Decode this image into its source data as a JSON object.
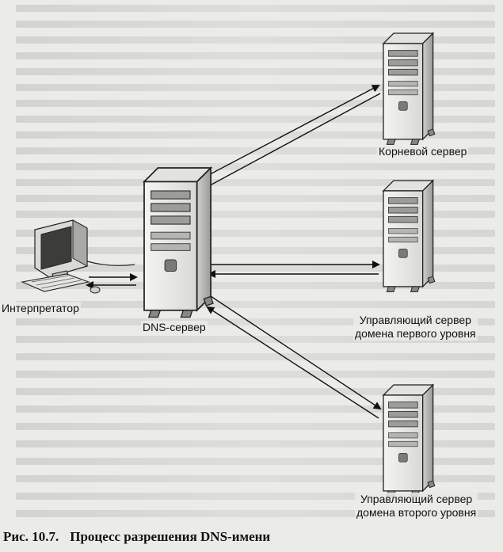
{
  "nodes": {
    "interpreter": {
      "label": "Интерпретатор"
    },
    "dns_server": {
      "label": "DNS-сервер"
    },
    "root_server": {
      "label": "Корневой сервер"
    },
    "first_level_server": {
      "label_line1": "Управляющий сервер",
      "label_line2": "домена первого уровня"
    },
    "second_level_server": {
      "label_line1": "Управляющий сервер",
      "label_line2": "домена второго уровня"
    }
  },
  "figure": {
    "number": "Рис. 10.7.",
    "title": "Процесс разрешения DNS-имени"
  }
}
